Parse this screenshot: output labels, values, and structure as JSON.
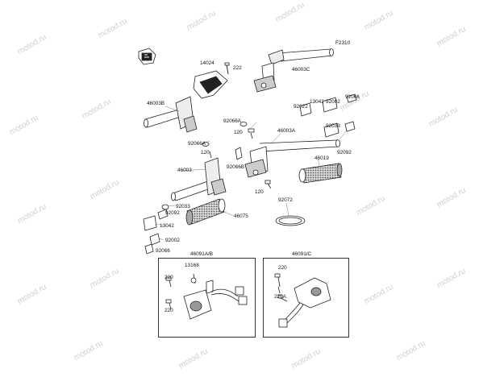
{
  "diagram_code": "F2310",
  "watermark": "motod.ru",
  "labels": {
    "l14024": "14024",
    "l222": "222",
    "l46003C": "46003C",
    "l46003B": "46003B",
    "l92022": "92022",
    "l13042a": "13042",
    "l92002a": "92002",
    "l92066a": "92066",
    "l92066A_1": "92066A",
    "l120a": "120",
    "l46003A": "46003A",
    "l92033a": "92033",
    "l92092a": "92092",
    "l92066A_2": "92066A",
    "l120b": "120",
    "l92066B": "92066B",
    "l46019": "46019",
    "l46003": "46003",
    "l120c": "120",
    "l92072": "92072",
    "l92033b": "92033",
    "l92092b": "92092",
    "l46075": "46075",
    "l13042b": "13042",
    "l92002b": "92002",
    "l92066b": "92066",
    "l46091AB": "46091A/B",
    "l46091C": "46091/C",
    "l13168": "13168",
    "l220a": "220",
    "l220b": "220",
    "l220c": "220",
    "l220A": "220A"
  }
}
